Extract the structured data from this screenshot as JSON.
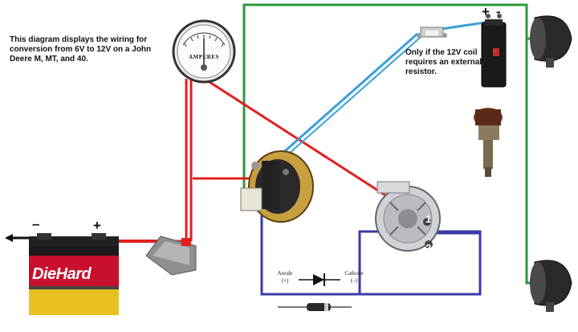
{
  "caption": "This diagram displays the wiring for conversion from 6V to 12V on a John Deere M, MT, and 40.",
  "note": "Only if the 12V coil requires an external resistor.",
  "battery": {
    "brand": "DieHard",
    "neg_label": "–",
    "pos_label": "+"
  },
  "ammeter": {
    "label": "AMPERES"
  },
  "coil": {
    "pos_label": "+",
    "neg_label": "-"
  },
  "alternator": {
    "terminal_1": "1",
    "terminal_2": "2"
  },
  "diode": {
    "anode_label": "Anode",
    "anode_sign": "(+)",
    "cathode_label": "Cathode",
    "cathode_sign": "(–)"
  },
  "wire_colors": {
    "red": "#e02020",
    "blue": "#3a3aa8",
    "cyan": "#3aa0d8",
    "green": "#2a9a3a",
    "black": "#111111"
  }
}
